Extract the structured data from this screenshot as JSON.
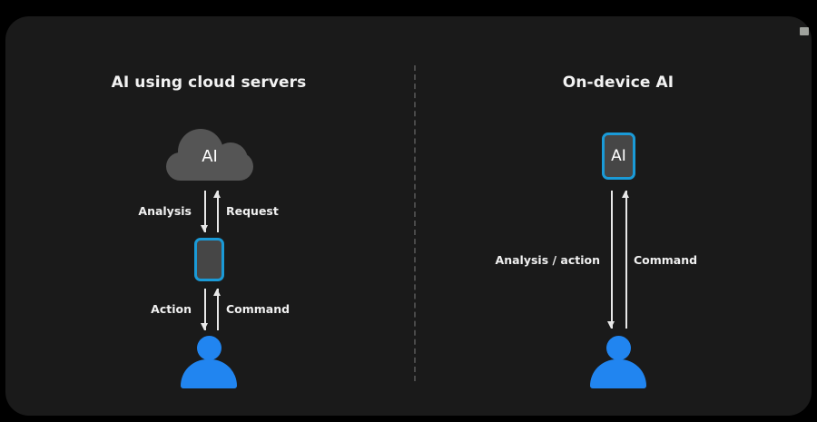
{
  "panel": {
    "background_color": "#1a1a1a",
    "outer_background_color": "#000000"
  },
  "colors": {
    "accent_blue": "#2185f0",
    "device_border": "#1a9ad7",
    "cloud_gray": "#555555",
    "device_fill": "#464646",
    "text": "#f2f2f2",
    "divider": "#4a4a4a",
    "arrow": "#e8e8e8"
  },
  "left": {
    "title": "AI using cloud servers",
    "cloud": {
      "label": "AI",
      "icon": "cloud-icon"
    },
    "device": {
      "label": "",
      "icon": "smartphone-icon"
    },
    "user": {
      "icon": "person-icon"
    },
    "flows": [
      {
        "label": "Analysis",
        "direction": "down"
      },
      {
        "label": "Request",
        "direction": "up"
      },
      {
        "label": "Action",
        "direction": "down"
      },
      {
        "label": "Command",
        "direction": "up"
      }
    ]
  },
  "right": {
    "title": "On-device AI",
    "device": {
      "label": "AI",
      "icon": "smartphone-icon"
    },
    "user": {
      "icon": "person-icon"
    },
    "flows": [
      {
        "label": "Analysis / action",
        "direction": "down"
      },
      {
        "label": "Command",
        "direction": "up"
      }
    ]
  },
  "divider": {
    "style": "dashed-vertical"
  }
}
